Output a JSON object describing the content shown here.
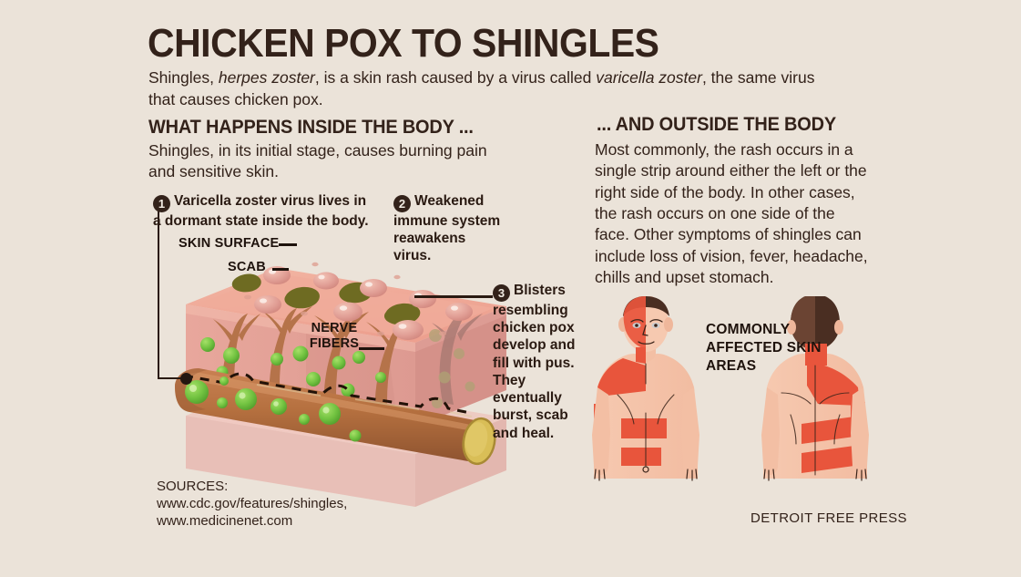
{
  "headline": "CHICKEN POX TO SHINGLES",
  "deck": {
    "part1": "Shingles, ",
    "italic1": "herpes zoster",
    "part2": ", is a skin rash caused by a virus called ",
    "italic2": "varicella zoster",
    "part3": ", the same virus that causes chicken pox."
  },
  "left_section": {
    "heading": "WHAT HAPPENS INSIDE THE BODY ...",
    "subtext": "Shingles, in its initial stage, causes burning pain and sensitive skin."
  },
  "right_section": {
    "heading": "... AND OUTSIDE THE BODY",
    "body": "Most commonly, the rash occurs in a single strip around either the left or the right side of the body. In other cases, the rash occurs on one side of the face. Other symptoms of shingles can include loss of vision, fever, headache, chills and upset stomach."
  },
  "callouts": [
    {
      "number": "1",
      "text": "Varicella zoster virus lives in a dormant state inside the body."
    },
    {
      "number": "2",
      "text": "Weakened immune system reawakens virus."
    },
    {
      "number": "3",
      "text": "Blisters resembling chicken pox develop and fill with pus. They eventually burst, scab and heal."
    }
  ],
  "diagram_labels": {
    "skin_surface": "SKIN SURFACE",
    "scab": "SCAB",
    "nerve_fibers": "NERVE\nFIBERS"
  },
  "nerve_fibers_line1": "NERVE",
  "nerve_fibers_line2": "FIBERS",
  "body_label": "COMMONLY AFFECTED SKIN AREAS",
  "sources": {
    "label": "SOURCES:",
    "line1": "www.cdc.gov/features/shingles,",
    "line2": "www.medicinenet.com"
  },
  "credit": "DETROIT FREE PRESS",
  "colors": {
    "background": "#EBE3D9",
    "ink": "#33221A",
    "badge": "#33221A",
    "skin_top": "#F0A898",
    "skin_side": "#E8A89C",
    "skin_front": "#E3A79D",
    "nerve_trunk": "#B5703F",
    "nerve_branch": "#B5734A",
    "virus_green": "#6FBF3E",
    "scab_olive": "#6E6B22",
    "blister_pink": "#E2A098",
    "rash_red": "#E8553C",
    "body_skin": "#F3C0A6",
    "hair_dark": "#4A2E22",
    "nerve_core": "#DFC35E"
  }
}
